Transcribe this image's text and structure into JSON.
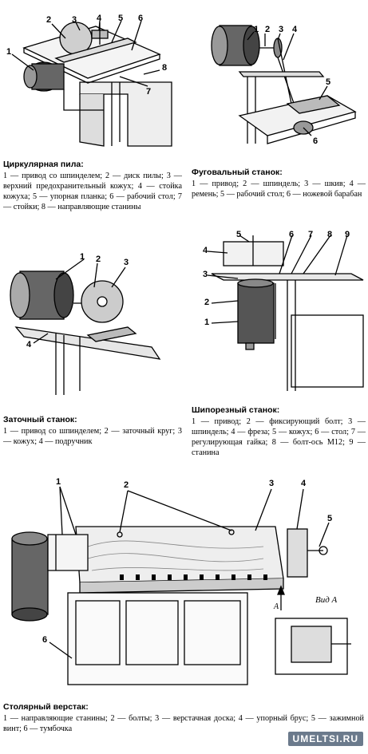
{
  "circular_saw": {
    "title": "Циркулярная пила:",
    "text": "1 — привод со шпинделем; 2 — диск пилы; 3 — верхний предохранительный кожух; 4 — стойка кожуха; 5 — упорная планка; 6 — рабочий стол; 7 — стойки; 8 — направляющие станины",
    "labels": [
      "1",
      "2",
      "3",
      "4",
      "5",
      "6",
      "7",
      "8"
    ]
  },
  "jointer": {
    "title": "Фуговальный станок:",
    "text": "1 — привод; 2 — шпиндель; 3 — шкив; 4 — ремень; 5 — рабочий стол; 6 — ножевой барабан",
    "labels": [
      "1",
      "2",
      "3",
      "4",
      "5",
      "6"
    ]
  },
  "sharpener": {
    "title": "Заточный станок:",
    "text": "1 — привод со шпинделем; 2 — заточный круг; 3 — кожух; 4 — подручник",
    "labels": [
      "1",
      "2",
      "3",
      "4"
    ]
  },
  "tenoner": {
    "title": "Шипорезный станок:",
    "text": "1 — привод; 2 — фиксирующий болт; 3 — шпиндель; 4 — фреза; 5 — кожух; 6 — стол; 7 — регулирующая гайка; 8 — болт-ось М12; 9 — станина",
    "labels": [
      "1",
      "2",
      "3",
      "4",
      "5",
      "6",
      "7",
      "8",
      "9"
    ]
  },
  "workbench": {
    "title": "Столярный верстак:",
    "text": "1 — направляющие станины; 2 — болты; 3 — верстачная доска; 4 — упорный брус; 5 — зажимной винт; 6 — тумбочка",
    "labels": [
      "1",
      "2",
      "3",
      "4",
      "5",
      "6"
    ],
    "view_label": "Вид А",
    "arrow_label": "А"
  },
  "watermark": "UMELTSI.RU"
}
